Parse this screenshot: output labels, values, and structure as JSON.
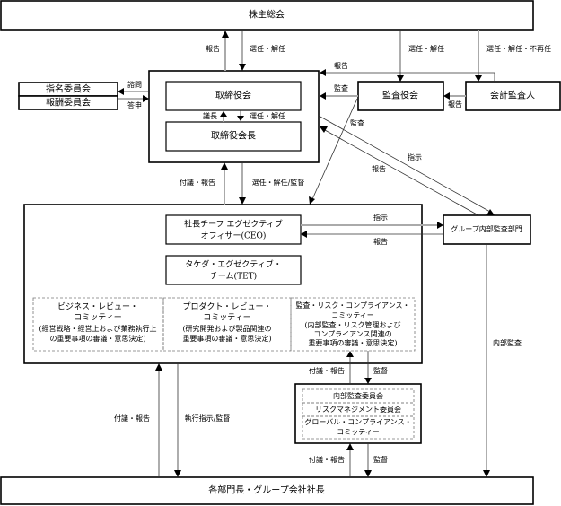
{
  "nodes": {
    "shareholders": "株主総会",
    "nomination_committee": "指名委員会",
    "compensation_committee": "報酬委員会",
    "board": "取締役会",
    "board_chair": "取締役会長",
    "audit_board": "監査役会",
    "accounting_auditor": "会計監査人",
    "ceo_line1": "社長チーフ エグゼクティブ",
    "ceo_line2": "オフィサー(CEO)",
    "tet_line1": "タケダ・エグゼクティブ・",
    "tet_line2": "チーム(TET)",
    "brc_line1": "ビジネス・レビュー・",
    "brc_line2": "コミッティー",
    "brc_desc1": "(経営戦略・経営上および業務執行上",
    "brc_desc2": "の重要事項の審議・意思決定)",
    "prc_line1": "プロダクト・レビュー・",
    "prc_line2": "コミッティー",
    "prc_desc1": "(研究開発および製品関連の",
    "prc_desc2": "重要事項の審議・意思決定)",
    "arc_line1": "監査・リスク・コンプライアンス・",
    "arc_line2": "コミッティー",
    "arc_desc1": "(内部監査・リスク管理および",
    "arc_desc2": "コンプライアンス関連の",
    "arc_desc3": "重要事項の審議・意思決定)",
    "internal_audit_dept": "グループ内部監査部門",
    "internal_audit_committee": "内部監査委員会",
    "risk_mgmt_committee": "リスクマネジメント委員会",
    "gcc_line1": "グローバル・コンプライアンス・",
    "gcc_line2": "コミッティー",
    "division_heads": "各部門長・グループ会社社長"
  },
  "edges": {
    "board_to_shareholders": "報告",
    "shareholders_to_board": "選任・解任",
    "shareholders_to_audit": "選任・解任",
    "shareholders_to_auditor": "選任・解任・不再任",
    "auditor_to_board": "報告",
    "audit_to_board": "監査",
    "auditor_to_audit": "報告",
    "inquiry": "諮問",
    "answer": "答申",
    "chair": "議長",
    "board_to_chair": "選任・解任",
    "audit_to_exec": "監査",
    "board_to_iad": "指示",
    "iad_to_board": "報告",
    "exec_to_board": "付議・報告",
    "board_to_exec": "選任・解任/監督",
    "ceo_to_iad": "指示",
    "iad_to_ceo": "報告",
    "iad_to_divisions": "内部監査",
    "arc_up": "付議・報告",
    "arc_down": "監督",
    "div_to_exec": "付議・報告",
    "exec_to_div": "執行指示/監督",
    "div_to_committees": "付議・報告",
    "committees_to_div": "監督"
  }
}
